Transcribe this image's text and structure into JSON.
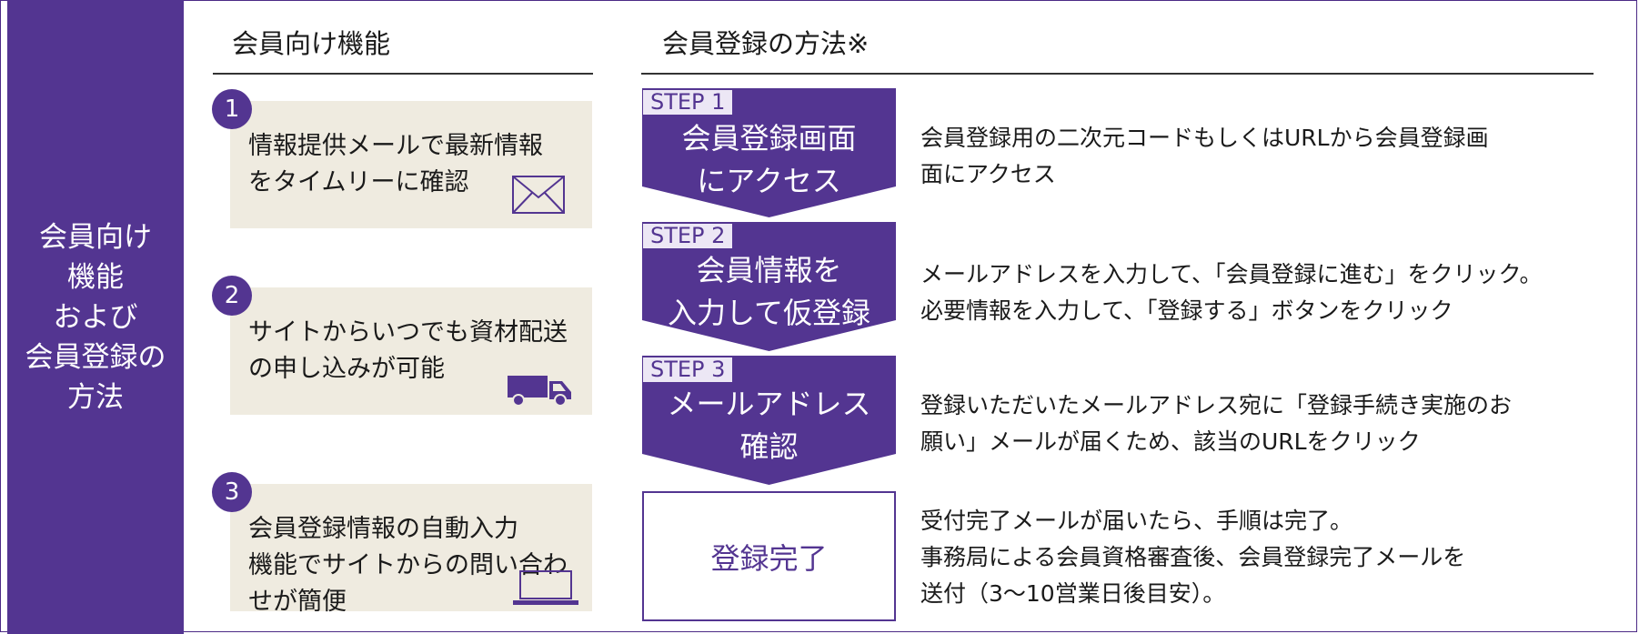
{
  "sidebar": {
    "title": "会員向け\n機能\nおよび\n会員登録の\n方法"
  },
  "features_section": {
    "heading": "会員向け機能",
    "items": [
      {
        "number": "1",
        "text": "情報提供メールで最新情報\nをタイムリーに確認",
        "icon": "envelope-icon"
      },
      {
        "number": "2",
        "text": "サイトからいつでも資材配送\nの申し込みが可能",
        "icon": "truck-icon"
      },
      {
        "number": "3",
        "text": "会員登録情報の自動入力\n機能でサイトからの問い合わ\nせが簡便",
        "icon": "laptop-icon"
      }
    ]
  },
  "registration_section": {
    "heading": "会員登録の方法※",
    "steps": [
      {
        "label": "STEP 1",
        "title": "会員登録画面\nにアクセス",
        "description": "会員登録用の二次元コードもしくはURLから会員登録画\n面にアクセス"
      },
      {
        "label": "STEP 2",
        "title": "会員情報を\n入力して仮登録",
        "description": "メールアドレスを入力して、「会員登録に進む」をクリック。\n必要情報を入力して、「登録する」ボタンをクリック"
      },
      {
        "label": "STEP 3",
        "title": "メールアドレス\n確認",
        "description": "登録いただいたメールアドレス宛に「登録手続き実施のお\n願い」メールが届くため、該当のURLをクリック"
      }
    ],
    "completion": {
      "title": "登録完了",
      "description": "受付完了メールが届いたら、手順は完了。\n事務局による会員資格審査後、会員登録完了メールを\n送付（3～10営業日後目安）。"
    }
  },
  "colors": {
    "accent": "#533591",
    "feature_bg": "#efebe0",
    "step_label_bg": "#ece7f5"
  }
}
